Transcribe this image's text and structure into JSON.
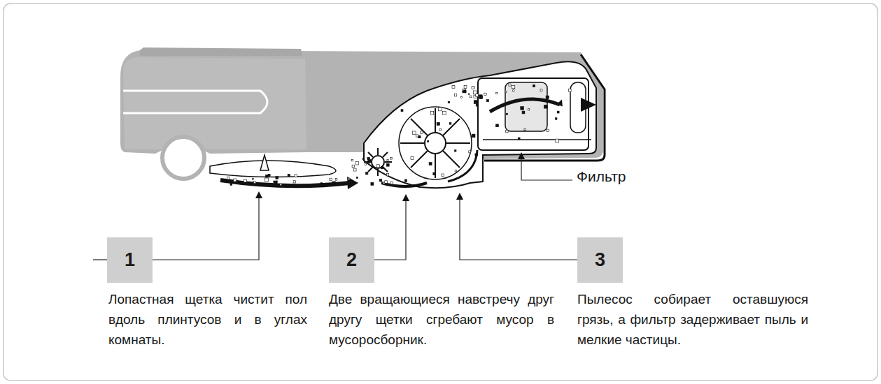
{
  "diagram": {
    "nodes": [
      {
        "text": [
          "1"
        ]
      },
      {
        "text": [
          "2"
        ]
      },
      {
        "text": [
          "3"
        ]
      }
    ],
    "labels": [
      "Фильтр",
      "Лопастная щетка чистит пол вдоль плинтусов и в углах комнаты.",
      "Две вращающиеся навстречу друг другу щетки сгребают мусор в мусоросборник.",
      "Пылесос собирает оставшуюся грязь, а фильтр задерживает пыль и мелкие частицы."
    ]
  }
}
